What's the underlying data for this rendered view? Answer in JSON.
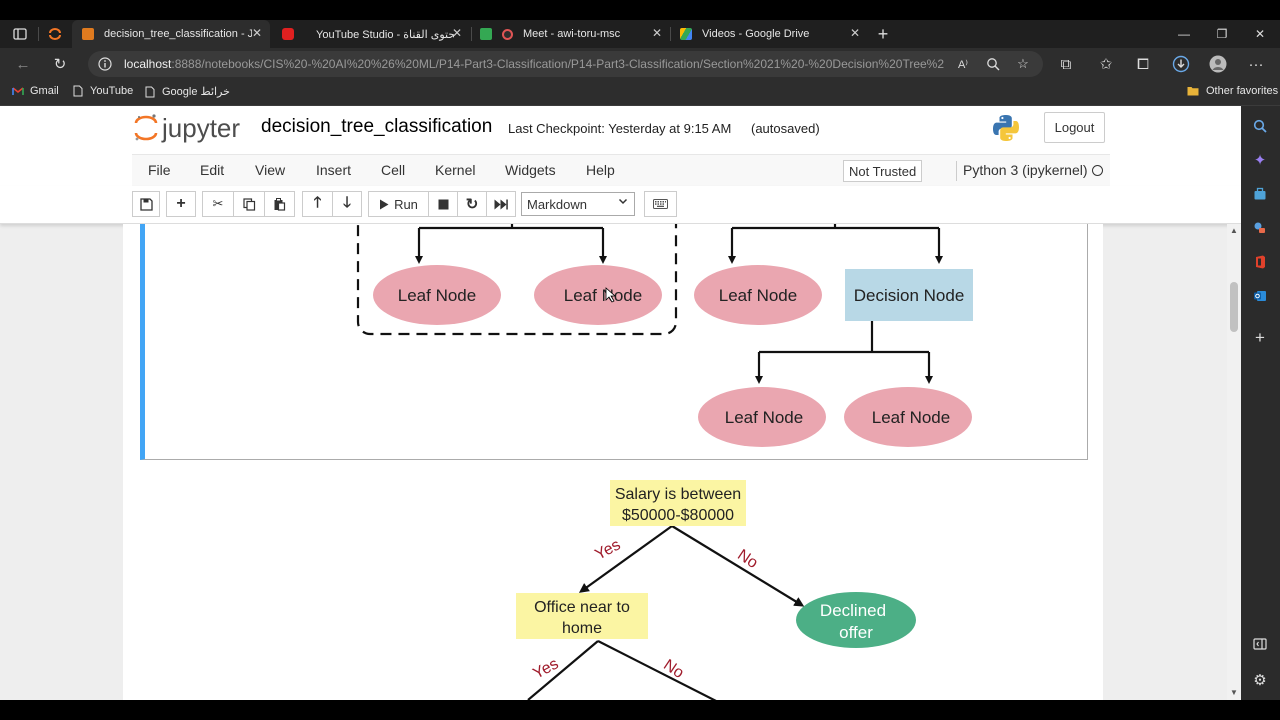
{
  "browser": {
    "tabs": [
      {
        "label": "decision_tree_classification - Jupy",
        "icon": "jupyter-favicon",
        "active": true
      },
      {
        "label": "YouTube Studio - محتوى القناة",
        "icon": "youtube-favicon",
        "active": false
      },
      {
        "label": "Meet - awi-toru-msc",
        "icon": "meet-favicon",
        "active": false
      },
      {
        "label": "Videos - Google Drive",
        "icon": "drive-favicon",
        "active": false
      }
    ],
    "url_host": "localhost",
    "url_path": ":8888/notebooks/CIS%20-%20AI%20%26%20ML/P14-Part3-Classification/P14-Part3-Classification/Section%2021%20-%20Decision%20Tree%20Classi...",
    "bookmarks": [
      {
        "label": "Gmail",
        "icon": "gmail-icon"
      },
      {
        "label": "YouTube",
        "icon": "page-icon"
      },
      {
        "label": "Google خرائط",
        "icon": "page-icon"
      }
    ],
    "other_favorites": "Other favorites"
  },
  "jupyter": {
    "logo_text": "jupyter",
    "notebook_title": "decision_tree_classification",
    "checkpoint": "Last Checkpoint: Yesterday at 9:15 AM",
    "autosave": "(autosaved)",
    "logout": "Logout",
    "menu": [
      "File",
      "Edit",
      "View",
      "Insert",
      "Cell",
      "Kernel",
      "Widgets",
      "Help"
    ],
    "trust_status": "Not Trusted",
    "kernel": "Python 3 (ipykernel)",
    "run_label": "Run",
    "cell_type": "Markdown"
  },
  "diagram1": {
    "nodes": {
      "leaf_a": "Leaf Node",
      "leaf_b": "Leaf Node",
      "leaf_c": "Leaf Node",
      "decision": "Decision Node",
      "leaf_d": "Leaf Node",
      "leaf_e": "Leaf Node"
    }
  },
  "diagram2": {
    "root_line1": "Salary is between",
    "root_line2": "$50000-$80000",
    "yes1": "Yes",
    "no1": "No",
    "office_line1": "Office near to",
    "office_line2": "home",
    "declined_line1": "Declined",
    "declined_line2": "offer",
    "yes2": "Yes",
    "no2": "No"
  },
  "colors": {
    "leaf_fill": "#eaa6b0",
    "decision_fill": "#b8d8e6",
    "condition_fill": "#fbf5a3",
    "declined_fill": "#4caf86",
    "edge_label": "#a01c2c",
    "cell_accent": "#42a5f5"
  }
}
